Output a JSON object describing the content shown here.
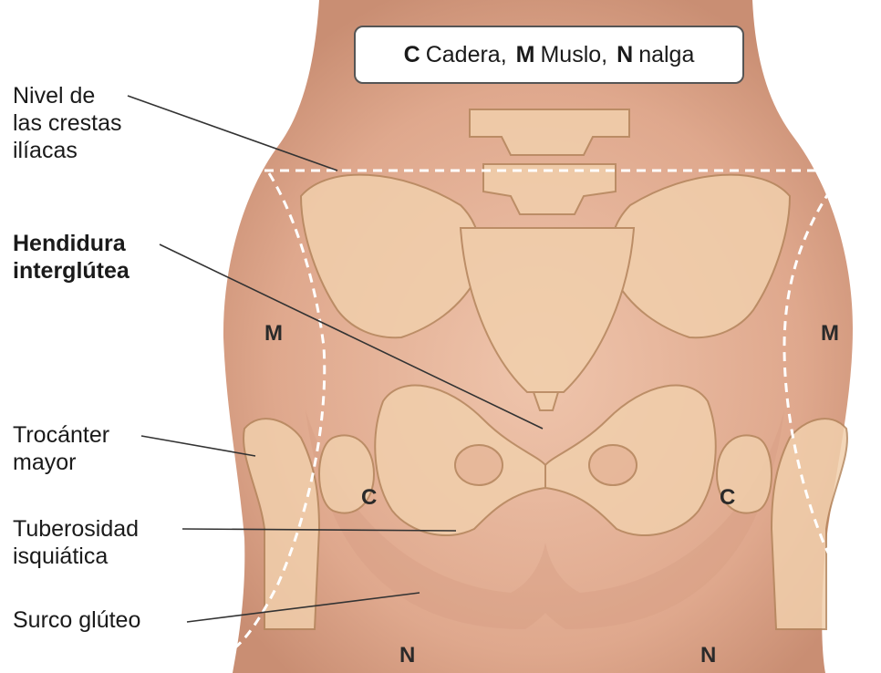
{
  "legend": {
    "key1": "C",
    "text1": "Cadera,",
    "key2": "M",
    "text2": "Muslo,",
    "key3": "N",
    "text3": "nalga"
  },
  "labels": {
    "iliac_crest": "Nivel de\nlas crestas\nilíacas",
    "intergluteal_cleft": "Hendidura\ninterglútea",
    "greater_trochanter": "Trocánter\nmayor",
    "ischial_tuberosity": "Tuberosidad\nisquiática",
    "gluteal_fold": "Surco glúteo"
  },
  "regions": {
    "thigh_left": "M",
    "thigh_right": "M",
    "hip_left": "C",
    "hip_right": "C",
    "buttock_left": "N",
    "buttock_right": "N"
  },
  "colors": {
    "skin": "#e0ab90",
    "skin_light": "#edc6ad",
    "bone_fill": "#f1cfac",
    "bone_stroke": "#b5875e",
    "dashed": "#ffffff",
    "leader": "#333333"
  }
}
